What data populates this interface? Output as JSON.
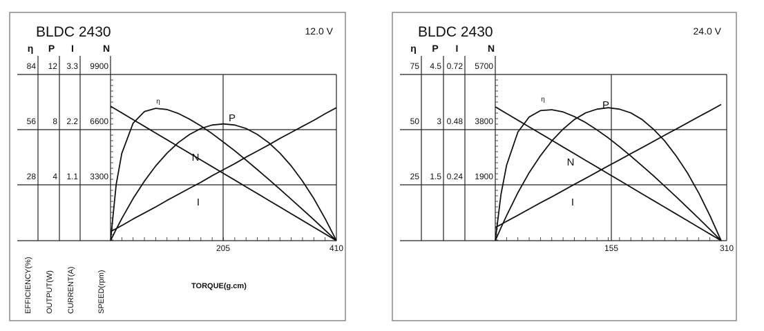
{
  "chart_data": [
    {
      "type": "line",
      "title": "BLDC",
      "model": "2430",
      "voltage": "12.0 V",
      "xlabel": "TORQUE(g.cm)",
      "xlim": [
        0,
        410
      ],
      "xticks": [
        "205",
        "410"
      ],
      "scale_headers": [
        "η",
        "P",
        "I",
        "N"
      ],
      "scale_rows": [
        [
          "84",
          "12",
          "3.3",
          "9900"
        ],
        [
          "56",
          "8",
          "2.2",
          "6600"
        ],
        [
          "28",
          "4",
          "1.1",
          "3300"
        ]
      ],
      "scale_max": {
        "eta": 84,
        "P": 12,
        "I": 3.3,
        "N": 9900
      },
      "axis_labels": [
        "EFFICIENCY(%)",
        "OUTPUT(W)",
        "CURRENT(A)",
        "SPEED(rpm)"
      ],
      "curve_labels": [
        "η",
        "P",
        "N",
        "I"
      ],
      "x": [
        0,
        10.25,
        20.5,
        41,
        61.5,
        82,
        102.5,
        123,
        143.5,
        164,
        184.5,
        205,
        225.5,
        246,
        266.5,
        287,
        307.5,
        328,
        348.5,
        369,
        389.5,
        410
      ],
      "series": [
        {
          "name": "η",
          "unit": "%",
          "values": [
            0,
            28.4,
            44.1,
            59.4,
            65.3,
            66.9,
            66.3,
            64.3,
            61.4,
            58.0,
            54.1,
            49.8,
            45.4,
            40.7,
            35.9,
            31.0,
            26.0,
            20.9,
            15.8,
            10.6,
            5.3,
            0
          ]
        },
        {
          "name": "P",
          "unit": "W",
          "values": [
            0,
            0.82,
            1.6,
            3.04,
            4.3,
            5.4,
            6.32,
            7.08,
            7.67,
            8.1,
            8.35,
            8.43,
            8.35,
            8.1,
            7.67,
            7.08,
            6.32,
            5.4,
            4.3,
            3.04,
            1.6,
            0
          ]
        },
        {
          "name": "I",
          "unit": "A",
          "values": [
            0.18,
            0.24,
            0.3,
            0.43,
            0.55,
            0.67,
            0.8,
            0.92,
            1.04,
            1.16,
            1.29,
            1.41,
            1.53,
            1.66,
            1.78,
            1.9,
            2.03,
            2.15,
            2.27,
            2.39,
            2.52,
            2.64
          ]
        },
        {
          "name": "N",
          "unit": "rpm",
          "values": [
            8010,
            7810,
            7610,
            7209,
            6809,
            6408,
            6008,
            5607,
            5207,
            4806,
            4406,
            4005,
            3605,
            3204,
            2804,
            2403,
            2003,
            1602,
            1202,
            801,
            401,
            0
          ]
        }
      ],
      "grid": true
    },
    {
      "type": "line",
      "title": "BLDC",
      "model": "2430",
      "voltage": "24.0 V",
      "xlabel": "",
      "xlim": [
        0,
        310
      ],
      "xticks": [
        "155",
        "310"
      ],
      "scale_headers": [
        "η",
        "P",
        "I",
        "N"
      ],
      "scale_rows": [
        [
          "75",
          "4.5",
          "0.72",
          "5700"
        ],
        [
          "50",
          "3",
          "0.48",
          "3800"
        ],
        [
          "25",
          "1.5",
          "0.24",
          "1900"
        ]
      ],
      "scale_max": {
        "eta": 75,
        "P": 4.5,
        "I": 0.72,
        "N": 5700
      },
      "axis_labels": [],
      "curve_labels": [
        "η",
        "P",
        "N",
        "I"
      ],
      "x": [
        0,
        7.75,
        15.5,
        31,
        46.5,
        62,
        77.5,
        93,
        108.5,
        124,
        139.5,
        155,
        170.5,
        186,
        201.5,
        217,
        232.5,
        248,
        263.5,
        279,
        294.5,
        310
      ],
      "series": [
        {
          "name": "η",
          "unit": "%",
          "values": [
            0,
            20.8,
            34.1,
            49.0,
            55.8,
            58.7,
            59.1,
            58.1,
            56.0,
            53.3,
            50.0,
            46.4,
            42.4,
            38.2,
            33.8,
            29.3,
            24.6,
            19.9,
            15.0,
            10.1,
            5.1,
            0
          ]
        },
        {
          "name": "P",
          "unit": "W",
          "values": [
            0,
            0.35,
            0.68,
            1.3,
            1.84,
            2.3,
            2.7,
            3.02,
            3.28,
            3.46,
            3.56,
            3.6,
            3.56,
            3.46,
            3.28,
            3.02,
            2.7,
            2.3,
            1.84,
            1.3,
            0.68,
            0
          ]
        },
        {
          "name": "I",
          "unit": "A",
          "values": [
            0.057,
            0.07,
            0.084,
            0.11,
            0.137,
            0.164,
            0.19,
            0.217,
            0.244,
            0.27,
            0.297,
            0.324,
            0.35,
            0.377,
            0.403,
            0.43,
            0.457,
            0.483,
            0.51,
            0.537,
            0.563,
            0.59
          ]
        },
        {
          "name": "N",
          "unit": "rpm",
          "values": [
            4590,
            4475,
            4361,
            4131,
            3902,
            3672,
            3443,
            3213,
            2984,
            2754,
            2525,
            2295,
            2066,
            1836,
            1607,
            1377,
            1148,
            918,
            689,
            459,
            230,
            0
          ]
        }
      ],
      "grid": true
    }
  ]
}
